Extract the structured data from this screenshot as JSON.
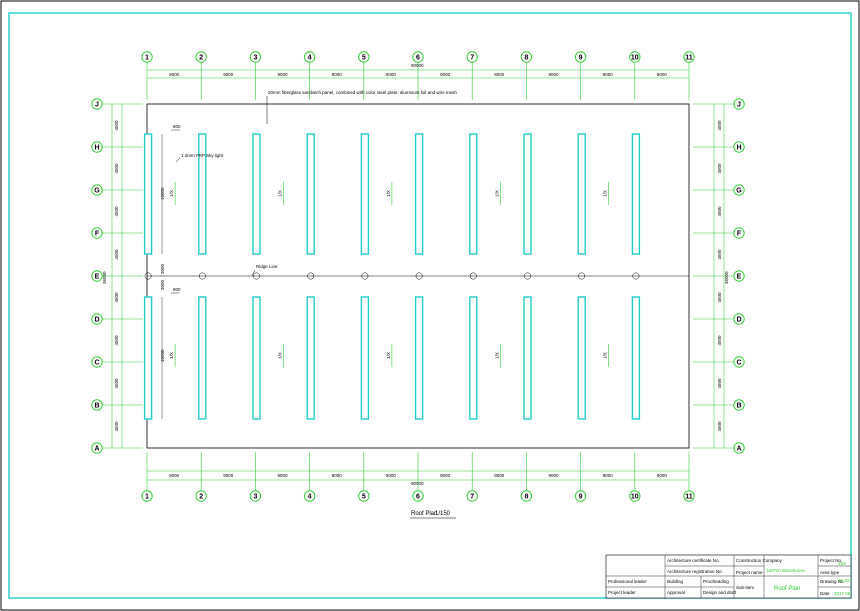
{
  "drawing": {
    "note_top": "20mm fiberglass sandwich panel, combined with color steel plate, aluminum foil and wire mesh",
    "skylight_label": "1.2mm FRP Sky light",
    "ridge_label": "Ridge Line",
    "title": "Roof Plan",
    "scale": "1/150",
    "skylight_width": "800",
    "skylight_length": "16000",
    "ridge_offset": "3000",
    "slope_label": "1/X",
    "total_length": "90000",
    "total_width": "36000"
  },
  "grid_columns": [
    "1",
    "2",
    "3",
    "4",
    "5",
    "6",
    "7",
    "8",
    "9",
    "10",
    "11"
  ],
  "column_spacings": [
    "9000",
    "9000",
    "9000",
    "9000",
    "9000",
    "9000",
    "9000",
    "9000",
    "9000",
    "9000"
  ],
  "grid_rows": [
    "J",
    "H",
    "G",
    "F",
    "E",
    "D",
    "C",
    "B",
    "A"
  ],
  "row_spacings": [
    "4500",
    "4500",
    "4500",
    "4500",
    "4500",
    "4500",
    "4500",
    "4500"
  ],
  "title_block": {
    "architecture_cert": "Architecture certificate No.",
    "architecture_cert2": "Architecture registration No.",
    "construction_company": "Construction Company",
    "project_no_label": "Project No.",
    "professional_leader_label": "Professional leader",
    "building_label": "Building",
    "checked_label": "Proofreading",
    "project_name_label": "Project name",
    "project_name": "160Ton Warehouse",
    "area_type_label": "Area type",
    "area_type_value": "JS8",
    "project_leader_label": "Project leader",
    "approval_label": "Approval",
    "design_label": "Design and draft",
    "sub_item_label": "Sub-item",
    "drawing_name": "Roof Plan",
    "drawing_no_label": "Drawing No.",
    "drawing_no_value": "JS-02",
    "date_label": "Date",
    "date_value": "2017.08"
  },
  "colors": {
    "border": "#22cccc",
    "grid_line": "#33cc33",
    "skylight": "#22cccc",
    "line": "#000000"
  }
}
